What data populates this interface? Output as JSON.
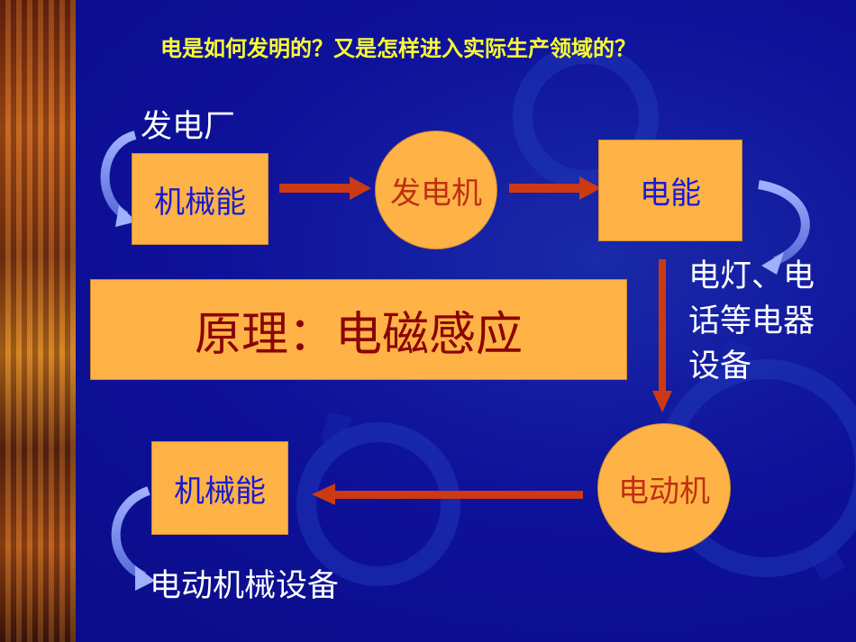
{
  "title": "电是如何发明的？又是怎样进入实际生产领域的？",
  "nodes": {
    "mech_energy_top": "机械能",
    "generator": "发电机",
    "electric_energy": "电能",
    "motor": "电动机",
    "mech_energy_bottom": "机械能"
  },
  "labels": {
    "power_plant": "发电厂",
    "appliances_line1": "电灯、电",
    "appliances_line2": "话等电器",
    "appliances_line3": "设备",
    "motor_machinery": "电动机械设备"
  },
  "principle": "原理：电磁感应",
  "colors": {
    "background": "#0e129a",
    "box_fill": "#ffb347",
    "arrow": "#cc3a14",
    "title": "#ffff33"
  }
}
